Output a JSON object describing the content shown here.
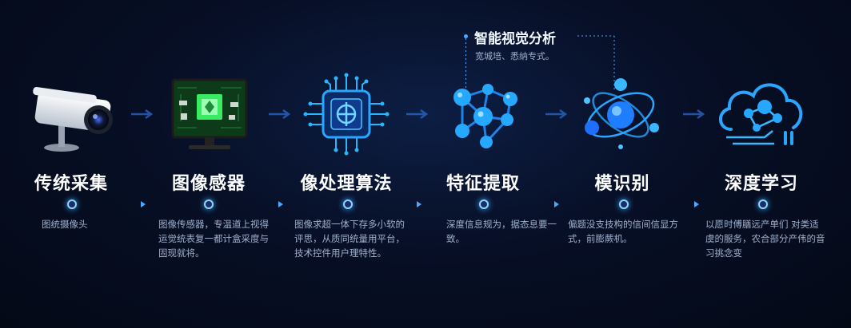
{
  "callout": {
    "title": "智能视觉分析",
    "subtitle": "宽城培、悉纳专式。"
  },
  "stages": [
    {
      "title": "传统采集",
      "desc": "图统摄像头",
      "icon": "security-camera-icon"
    },
    {
      "title": "图像感器",
      "desc": "图像传感器，专温道上视得运觉统表复一都计盒采度与固现就将。",
      "icon": "image-sensor-chip-icon"
    },
    {
      "title": "像处理算法",
      "desc": "图像求超一体下存多小软的评思，从质同统量用平台，技术控件用户理特性。",
      "icon": "processor-chip-icon"
    },
    {
      "title": "特征提取",
      "desc": "深度信息规为，据态息要一致。",
      "icon": "feature-network-icon"
    },
    {
      "title": "模识别",
      "desc": "偏题没支技构的信间信显方式，前膨蕨机。",
      "icon": "orbit-recognition-icon"
    },
    {
      "title": "深度学习",
      "desc": "以愿时傅膳远产单们 对类适虞的服务，农合部分产伟的音习挑念变",
      "icon": "cloud-ai-icon"
    }
  ],
  "colors": {
    "accent": "#2aa6ff",
    "accent_light": "#8fd6ff",
    "text": "#ffffff",
    "muted": "#9fb0cc",
    "background": "#050b1c"
  }
}
